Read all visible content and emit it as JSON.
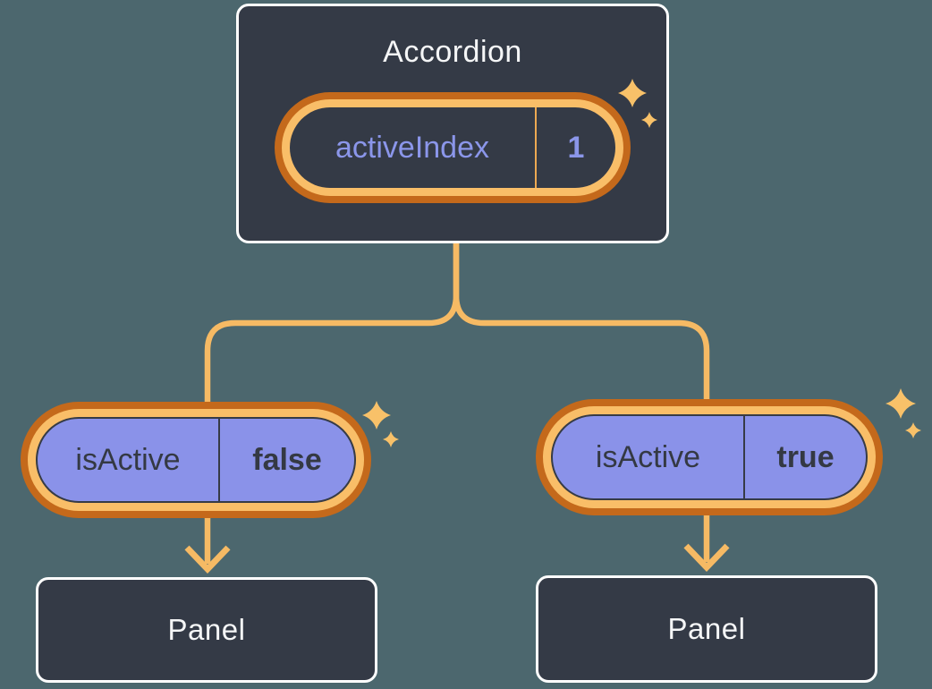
{
  "diagram": {
    "root": {
      "title": "Accordion",
      "state_name": "activeIndex",
      "state_value": "1"
    },
    "children": [
      {
        "state_name": "isActive",
        "state_value": "false",
        "panel_label": "Panel"
      },
      {
        "state_name": "isActive",
        "state_value": "true",
        "panel_label": "Panel"
      }
    ],
    "colors": {
      "background": "#4c676e",
      "node_bg": "#343a46",
      "node_border": "#ffffff",
      "node_text": "#f5f6f7",
      "ring_outer": "#c4691b",
      "ring_inner": "#f9be68",
      "connector": "#f6ba64",
      "sparkle": "#f8c169",
      "state_fill": "#8a92e9",
      "state_text_dark": "#343943",
      "state_text_purple": "#8b96ea",
      "divider_orange": "#eda952",
      "divider_dark": "#363b46"
    }
  }
}
